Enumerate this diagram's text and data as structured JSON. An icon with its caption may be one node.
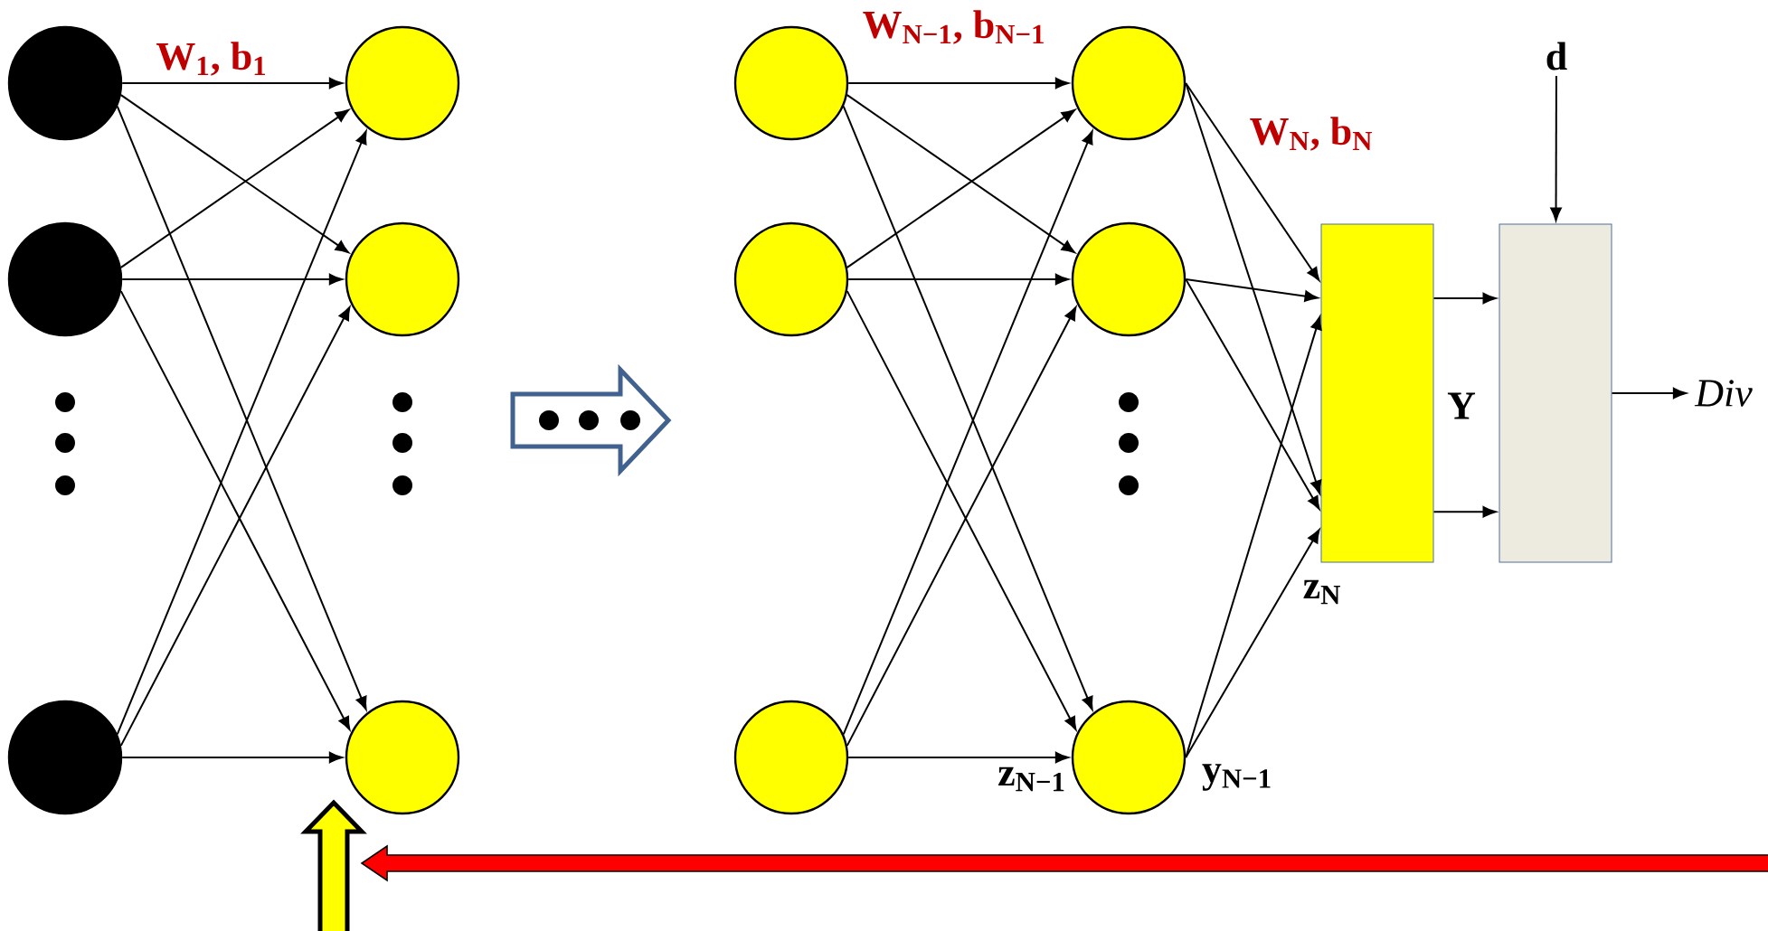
{
  "diagram": {
    "nodes": [
      {
        "text": [],
        "shape": "circle"
      },
      {
        "text": [],
        "shape": "circle"
      },
      {
        "text": [],
        "shape": "circle"
      },
      {
        "text": [],
        "shape": "circle"
      },
      {
        "text": [],
        "shape": "circle"
      },
      {
        "text": [],
        "shape": "circle"
      },
      {
        "text": [],
        "shape": "circle"
      },
      {
        "text": [],
        "shape": "circle"
      },
      {
        "text": [],
        "shape": "circle"
      },
      {
        "text": [],
        "shape": "circle"
      },
      {
        "text": [],
        "shape": "circle"
      },
      {
        "text": [],
        "shape": "circle",
        "beside": [
          "z$_{N−1}$",
          "y$_{N−1}$"
        ]
      },
      {
        "text": [],
        "shape": "box"
      },
      {
        "text": [],
        "shape": "box"
      },
      {
        "text": [
          "d"
        ]
      },
      {
        "text": [
          "Div"
        ]
      }
    ],
    "edges": [
      {
        "from": 0,
        "to": 3,
        "arrow": "to"
      },
      {
        "from": 0,
        "to": 4,
        "arrow": "to"
      },
      {
        "from": 0,
        "to": 5,
        "arrow": "to"
      },
      {
        "from": 1,
        "to": 3,
        "arrow": "to"
      },
      {
        "from": 1,
        "to": 4,
        "arrow": "to"
      },
      {
        "from": 1,
        "to": 5,
        "arrow": "to"
      },
      {
        "from": 2,
        "to": 3,
        "arrow": "to"
      },
      {
        "from": 2,
        "to": 4,
        "arrow": "to"
      },
      {
        "from": 2,
        "to": 5,
        "arrow": "to"
      },
      {
        "from": 6,
        "to": 9,
        "arrow": "to"
      },
      {
        "from": 6,
        "to": 10,
        "arrow": "to"
      },
      {
        "from": 6,
        "to": 11,
        "arrow": "to"
      },
      {
        "from": 7,
        "to": 9,
        "arrow": "to"
      },
      {
        "from": 7,
        "to": 10,
        "arrow": "to"
      },
      {
        "from": 7,
        "to": 11,
        "arrow": "to"
      },
      {
        "from": 8,
        "to": 9,
        "arrow": "to"
      },
      {
        "from": 8,
        "to": 10,
        "arrow": "to"
      },
      {
        "from": 8,
        "to": 11,
        "arrow": "to"
      },
      {
        "from": 9,
        "to": 12,
        "arrow": "to"
      },
      {
        "from": 9,
        "to": 12,
        "arrow": "to"
      },
      {
        "from": 10,
        "to": 12,
        "arrow": "to"
      },
      {
        "from": 10,
        "to": 12,
        "arrow": "to"
      },
      {
        "from": 11,
        "to": 12,
        "arrow": "to"
      },
      {
        "from": 11,
        "to": 12,
        "arrow": "to"
      },
      {
        "from": 12,
        "to": 13,
        "arrow": "to"
      },
      {
        "from": 12,
        "to": 13,
        "arrow": "to"
      },
      {
        "from": 14,
        "to": 13,
        "arrow": "to"
      },
      {
        "from": 13,
        "to": 15,
        "arrow": "to"
      }
    ],
    "labels": [
      "W$_{1}$, b$_{1}$",
      "W$_{N−1}$, b$_{N−1}$",
      "W$_{N}$, b$_{N}$",
      "Y",
      "z$_{N}$"
    ]
  }
}
